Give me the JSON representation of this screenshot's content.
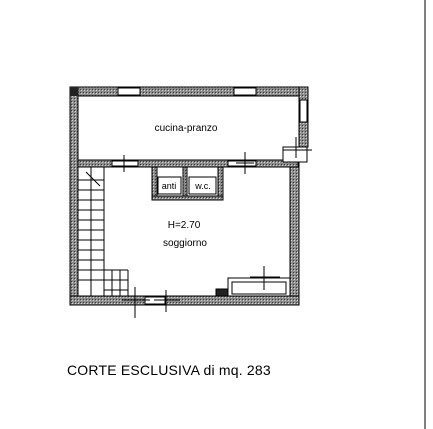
{
  "rooms": {
    "kitchen": "cucina-pranzo",
    "anti": "anti",
    "wc": "w.c.",
    "height": "H=2.70",
    "living": "soggiorno"
  },
  "caption": "CORTE ESCLUSIVA di mq. 283",
  "colors": {
    "wall_fill": "#9a9a9a",
    "line": "#000000",
    "background": "#ffffff"
  }
}
